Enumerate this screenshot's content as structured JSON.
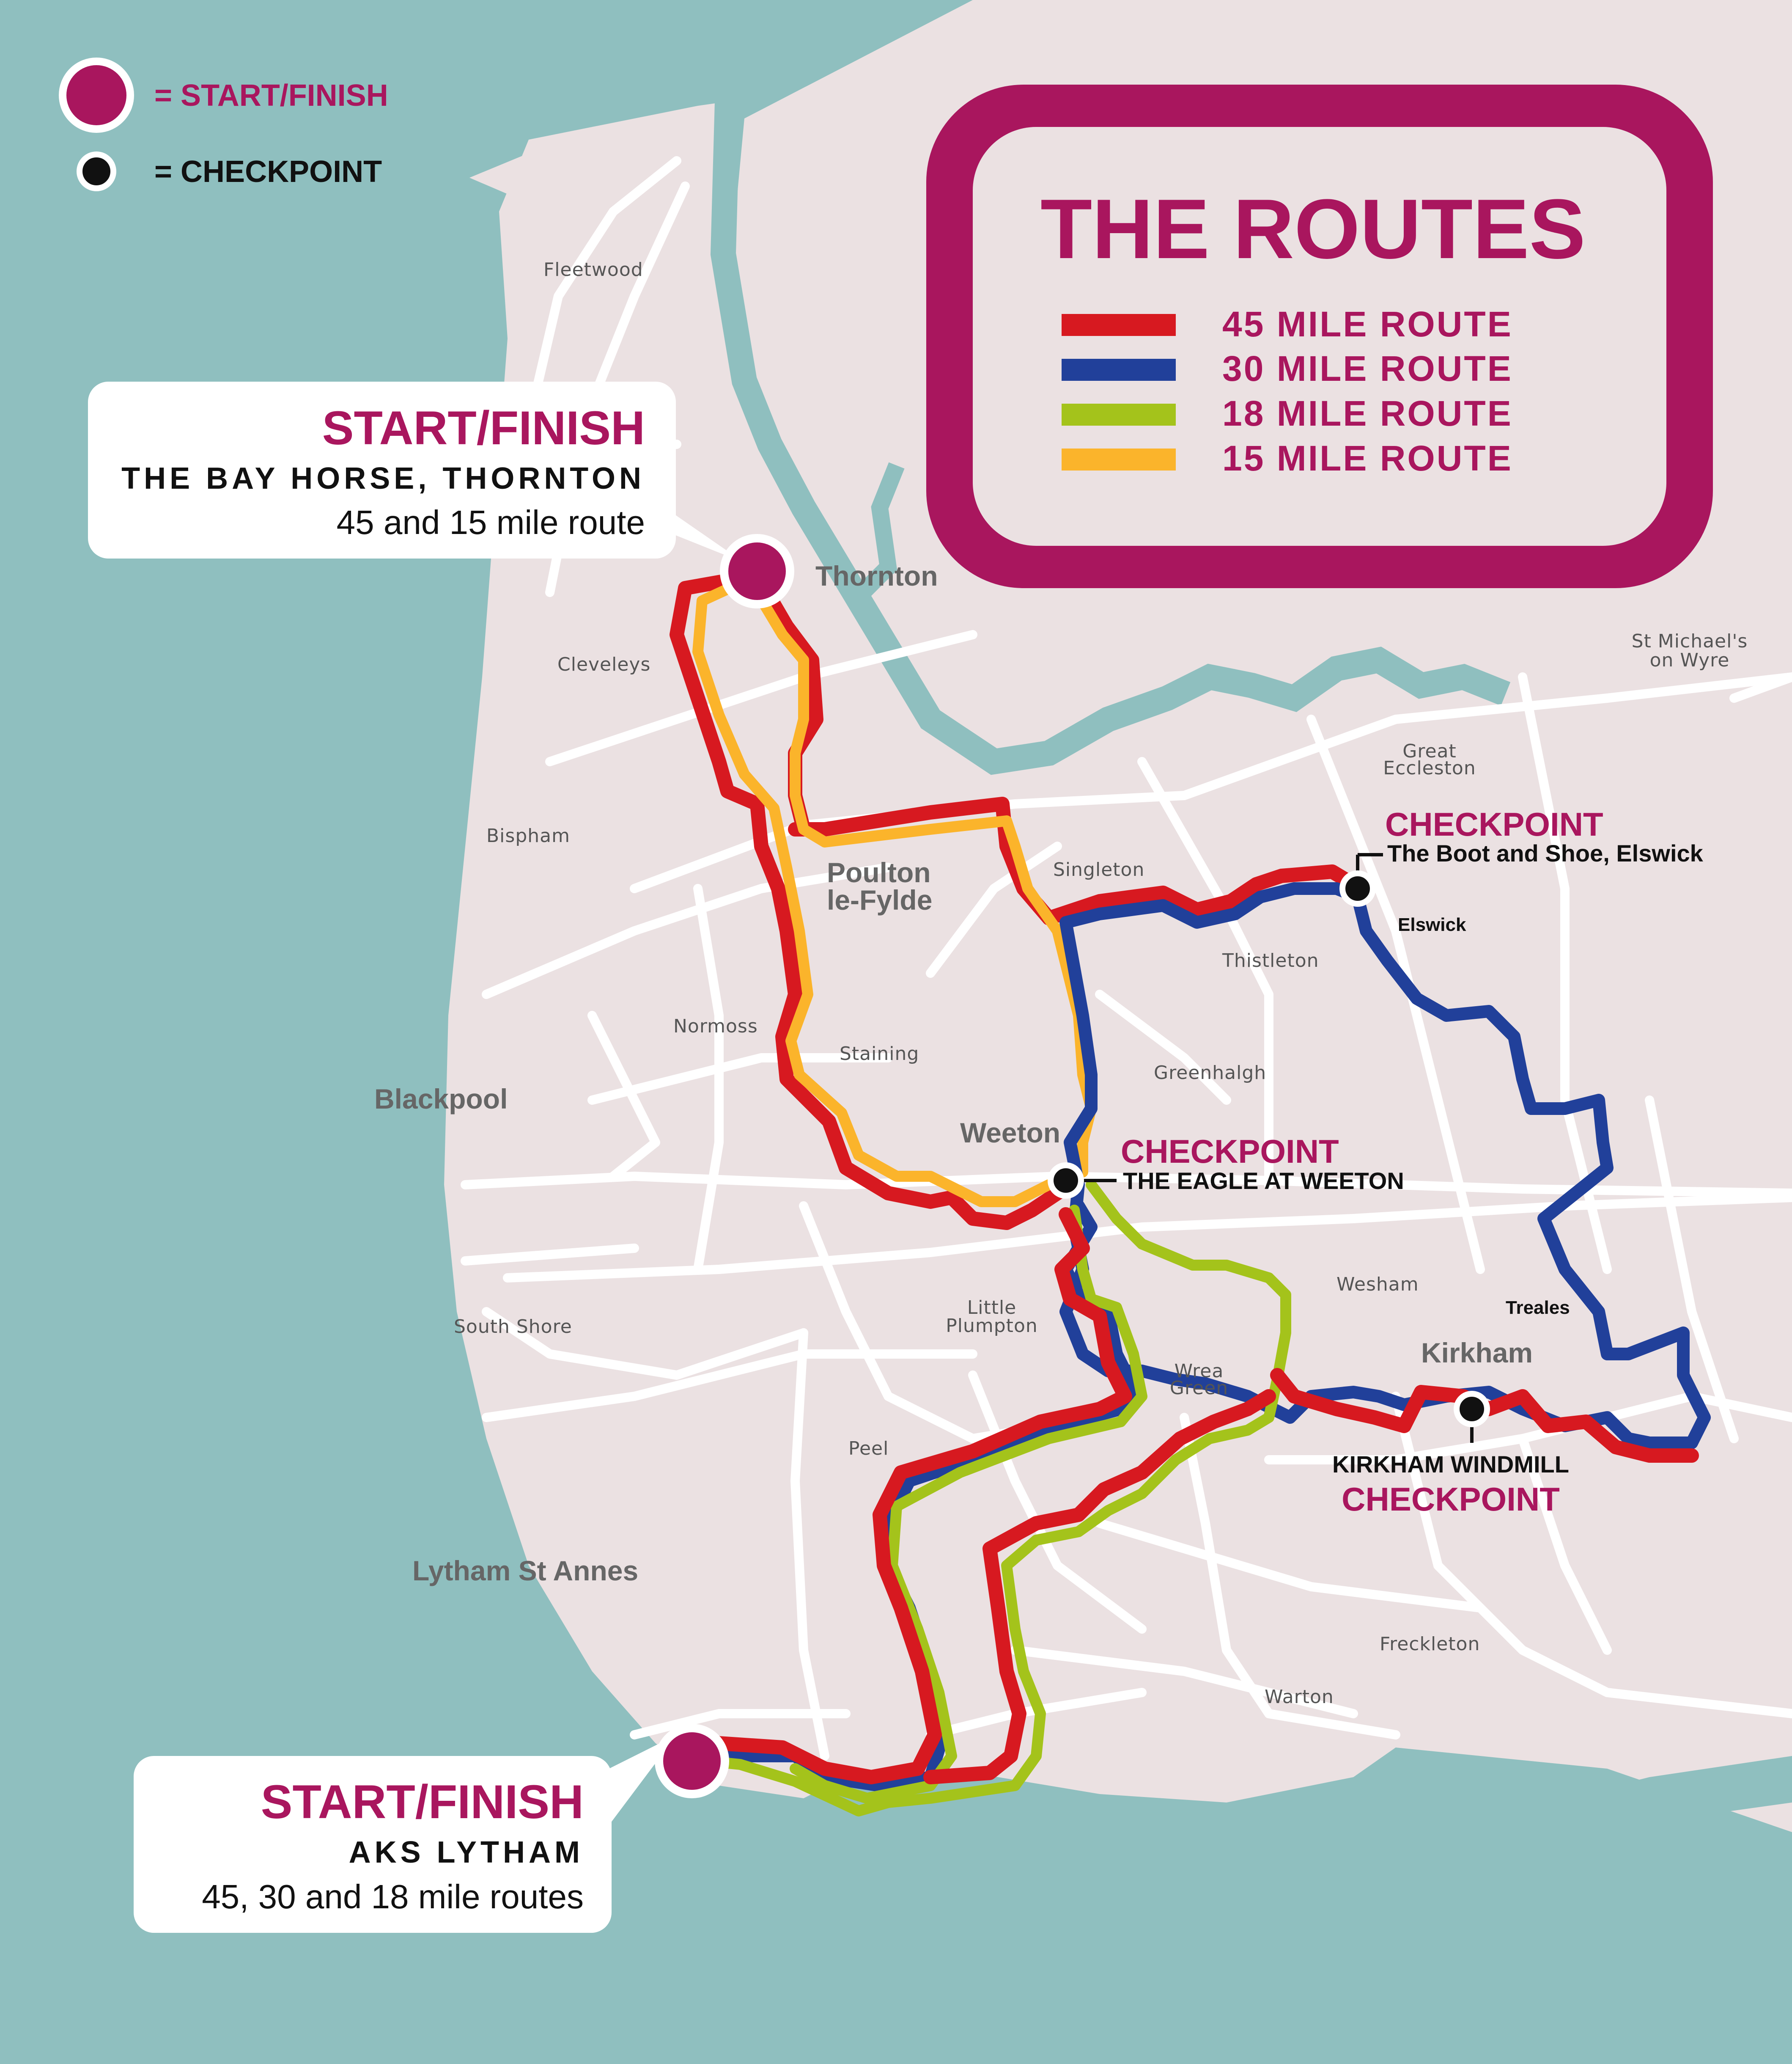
{
  "legend": {
    "start_finish_label": "= START/FINISH",
    "checkpoint_label": "= CHECKPOINT"
  },
  "routes_box": {
    "title": "THE ROUTES",
    "routes": [
      {
        "label": "45 MILE ROUTE",
        "color": "#d71920"
      },
      {
        "label": "30 MILE ROUTE",
        "color": "#21409a"
      },
      {
        "label": "18 MILE ROUTE",
        "color": "#a4c31b"
      },
      {
        "label": "15 MILE ROUTE",
        "color": "#fbb42b"
      }
    ]
  },
  "start_thornton": {
    "title": "START/FINISH",
    "venue": "THE BAY HORSE, THORNTON",
    "note": "45 and 15 mile route"
  },
  "start_lytham": {
    "title": "START/FINISH",
    "venue": "AKS LYTHAM",
    "note": "45, 30 and 18 mile routes"
  },
  "checkpoints": {
    "elswick": {
      "title": "CHECKPOINT",
      "venue": "The Boot and Shoe, Elswick"
    },
    "weeton": {
      "title": "CHECKPOINT",
      "venue": "THE EAGLE AT WEETON"
    },
    "kirkham": {
      "title": "CHECKPOINT",
      "venue": "KIRKHAM WINDMILL"
    }
  },
  "places": {
    "fleetwood": "Fleetwood",
    "cleveleys": "Cleveleys",
    "bispham": "Bispham",
    "normoss": "Normoss",
    "staining": "Staining",
    "singleton": "Singleton",
    "thistleton": "Thistleton",
    "greenhalgh": "Greenhalgh",
    "great_eccleston_1": "Great",
    "great_eccleston_2": "Eccleston",
    "st_michaels_1": "St Michael's",
    "st_michaels_2": "on Wyre",
    "south_shore": "South Shore",
    "little_plumpton_1": "Little",
    "little_plumpton_2": "Plumpton",
    "wesham": "Wesham",
    "wrea_green_1": "Wrea",
    "wrea_green_2": "Green",
    "peel": "Peel",
    "freckleton": "Freckleton",
    "warton": "Warton",
    "elswick": "Elswick",
    "treales": "Treales"
  },
  "towns": {
    "thornton": "Thornton",
    "poulton_1": "Poulton",
    "poulton_2": "le-Fylde",
    "blackpool": "Blackpool",
    "weeton": "Weeton",
    "kirkham": "Kirkham",
    "lytham": "Lytham St Annes"
  },
  "colors": {
    "water": "#8fbfbf",
    "land": "#ebe1e2",
    "brand": "#a9165e",
    "route_45": "#d71920",
    "route_30": "#21409a",
    "route_18": "#a4c31b",
    "route_15": "#fbb42b"
  },
  "icons": {
    "start_finish": "magenta-circle-marker",
    "checkpoint": "black-dot-marker"
  }
}
